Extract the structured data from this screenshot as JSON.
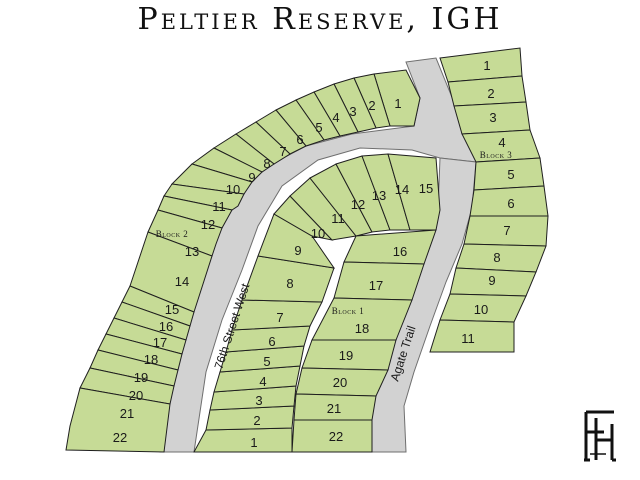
{
  "title": "Peltier Reserve, IGH",
  "streets": [
    "76th Street West",
    "Agate Trail"
  ],
  "blocks": [
    {
      "label": "Block 1",
      "lots": [
        "1",
        "2",
        "3",
        "4",
        "5",
        "6",
        "7",
        "8",
        "9",
        "10",
        "11",
        "12",
        "13",
        "14",
        "15",
        "16",
        "17",
        "18",
        "19",
        "20",
        "21",
        "22"
      ]
    },
    {
      "label": "Block 2",
      "lots": [
        "1",
        "2",
        "3",
        "4",
        "5",
        "6",
        "7",
        "8",
        "9",
        "10",
        "11",
        "12",
        "13",
        "14",
        "15",
        "16",
        "17",
        "18",
        "19",
        "20",
        "21",
        "22"
      ]
    },
    {
      "label": "Block 3",
      "lots": [
        "1",
        "2",
        "3",
        "4",
        "5",
        "6",
        "7",
        "8",
        "9",
        "10",
        "11"
      ]
    }
  ],
  "colors": {
    "lot_fill": "#c6db96",
    "road_fill": "#d2d2d2",
    "outline": "#1f1f1f"
  },
  "logo_icon": "fh-monogram-icon"
}
